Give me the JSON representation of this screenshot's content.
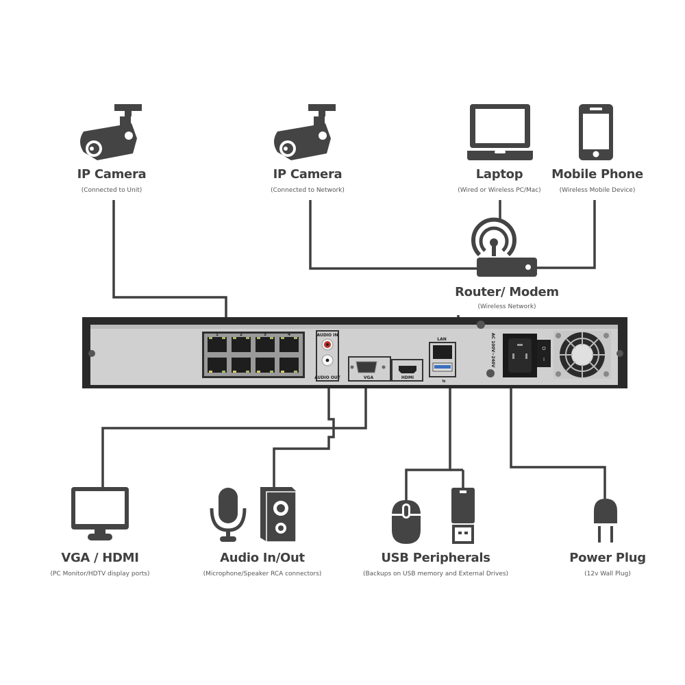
{
  "colors": {
    "icon": "#444444",
    "wire": "#3f3f3f",
    "chassis_body": "#d2d2d2",
    "chassis_frame": "#2a2a2a",
    "audio_in_jack": "#c0302a",
    "usb_blue": "#3b6fbf"
  },
  "nodes": {
    "ip_camera_unit": {
      "title": "IP Camera",
      "subtitle": "(Connected to Unit)",
      "icon": "security-camera-icon"
    },
    "ip_camera_network": {
      "title": "IP Camera",
      "subtitle": "(Connected to Network)",
      "icon": "security-camera-icon"
    },
    "laptop": {
      "title": "Laptop",
      "subtitle": "(Wired or Wireless PC/Mac)",
      "icon": "laptop-icon"
    },
    "mobile_phone": {
      "title": "Mobile Phone",
      "subtitle": "(Wireless Mobile Device)",
      "icon": "smartphone-icon"
    },
    "router": {
      "title": "Router/ Modem",
      "subtitle": "(Wireless Network)",
      "icon": "wireless-router-icon"
    },
    "vga_hdmi": {
      "title": "VGA / HDMI",
      "subtitle": "(PC Monitor/HDTV display ports)",
      "icon": "monitor-icon"
    },
    "audio": {
      "title": "Audio In/Out",
      "subtitle": "(Microphone/Speaker RCA connectors)",
      "icon": "microphone-speaker-icon"
    },
    "usb": {
      "title": "USB Peripherals",
      "subtitle": "(Backups on USB memory and External Drives)",
      "icon": "mouse-usb-drive-icon"
    },
    "power": {
      "title": "Power Plug",
      "subtitle": "(12v Wall Plug)",
      "icon": "power-plug-icon"
    }
  },
  "nvr": {
    "poe_port_numbers_top": [
      "1",
      "2",
      "3",
      "4"
    ],
    "audio_in_label": "AUDIO IN",
    "audio_out_label": "AUDIO OUT",
    "vga_label": "VGA",
    "hdmi_label": "HDMI",
    "lan_label": "LAN",
    "ac_label": "AC 100V~240V",
    "switch_on": "I",
    "switch_off": "O"
  }
}
